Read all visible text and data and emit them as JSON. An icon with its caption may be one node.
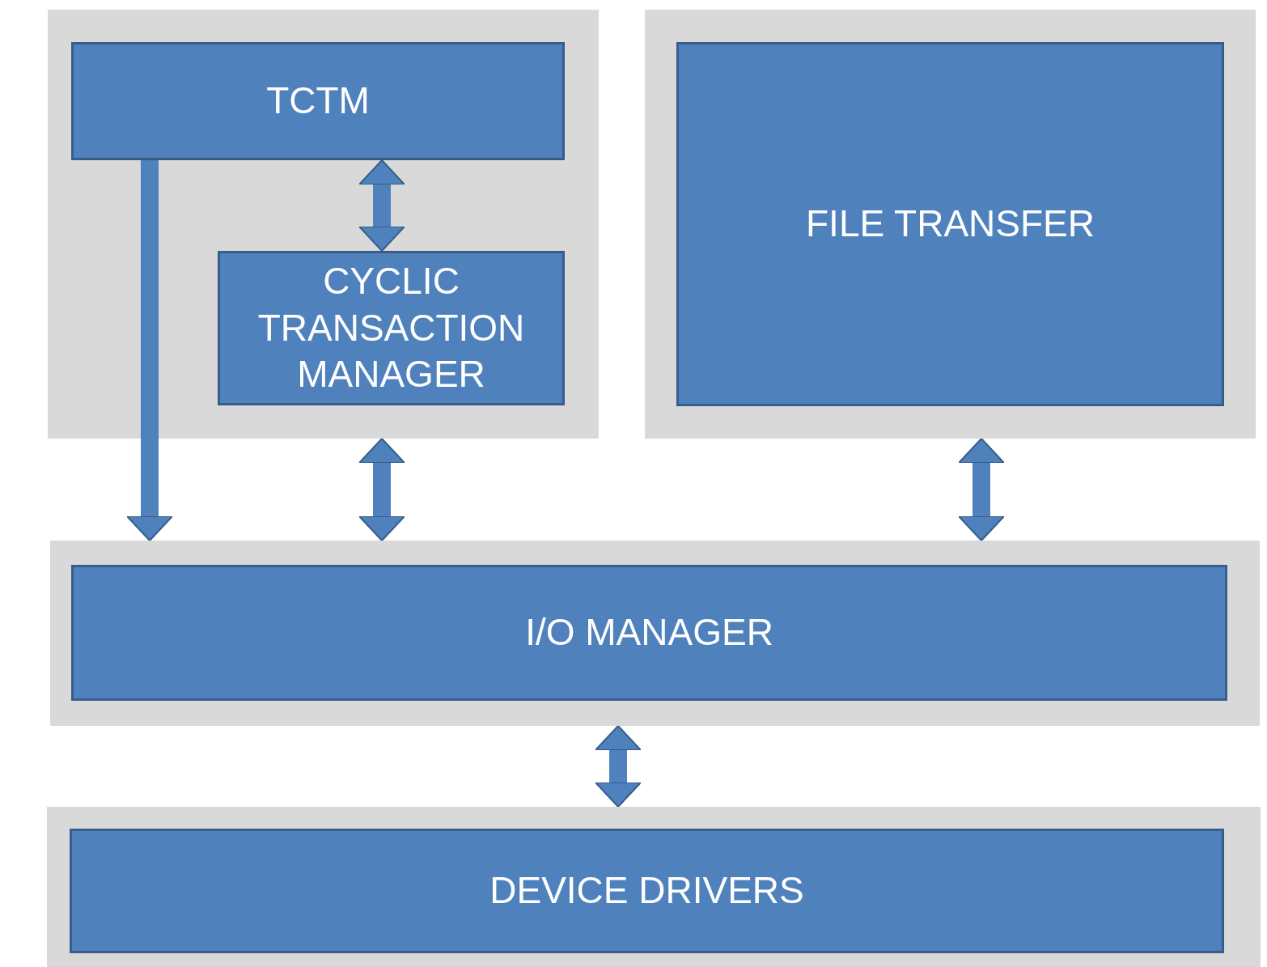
{
  "diagram": {
    "nodes": [
      {
        "text": [],
        "shape": "box"
      },
      {
        "text": [
          "TCTM"
        ],
        "in": 0
      },
      {
        "text": [
          "CYCLIC TRANSACTION MANAGER"
        ],
        "in": 0
      },
      {
        "text": [],
        "shape": "box"
      },
      {
        "text": [
          "FILE TRANSFER"
        ],
        "in": 3
      },
      {
        "text": [],
        "shape": "box"
      },
      {
        "text": [
          "I/O MANAGER"
        ],
        "in": 5
      },
      {
        "text": [],
        "shape": "box"
      },
      {
        "text": [
          "DEVICE DRIVERS"
        ],
        "in": 7
      }
    ],
    "edges": [
      {
        "from": 1,
        "to": 5,
        "arrow": "to"
      },
      {
        "from": 1,
        "to": 2,
        "arrow": "both"
      },
      {
        "from": 0,
        "to": 5,
        "arrow": "both"
      },
      {
        "from": 3,
        "to": 5,
        "arrow": "both"
      },
      {
        "from": 5,
        "to": 7,
        "arrow": "both"
      }
    ]
  }
}
